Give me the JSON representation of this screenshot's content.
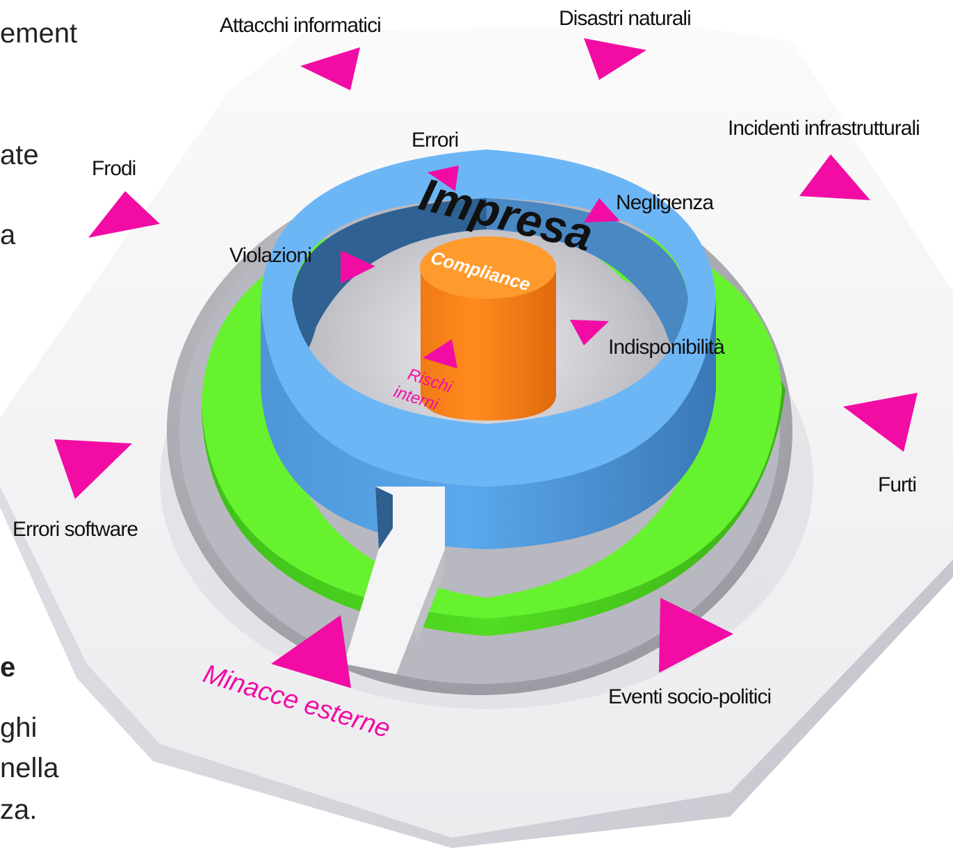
{
  "left_text_fragments": {
    "line1": "ement",
    "line2": "ate",
    "line3": "a",
    "line4": "e",
    "line5": "ghi",
    "line6": "nella",
    "line7": "za."
  },
  "diagram": {
    "center_title": "Impresa",
    "core_label": "Compliance",
    "internal_risks_label": [
      "Rischi",
      "interni"
    ],
    "external_threats_label": "Minacce esterne",
    "outer_threats": {
      "cyber_attacks": "Attacchi informatici",
      "natural_disasters": "Disastri naturali",
      "infrastructure_incidents": "Incidenti infrastrutturali",
      "fraud": "Frodi",
      "software_errors": "Errori software",
      "theft": "Furti",
      "socio_political_events": "Eventi socio-politici"
    },
    "inner_threats": {
      "errors": "Errori",
      "negligence": "Negligenza",
      "violations": "Violazioni",
      "unavailability": "Indisponibilità"
    },
    "colors": {
      "arrow": "#f20ca4",
      "outer_ring": "#5ef02a",
      "inner_ring": "#5aa8ec",
      "core": "#ff8a1e",
      "platform": "#f3f3f5"
    }
  }
}
